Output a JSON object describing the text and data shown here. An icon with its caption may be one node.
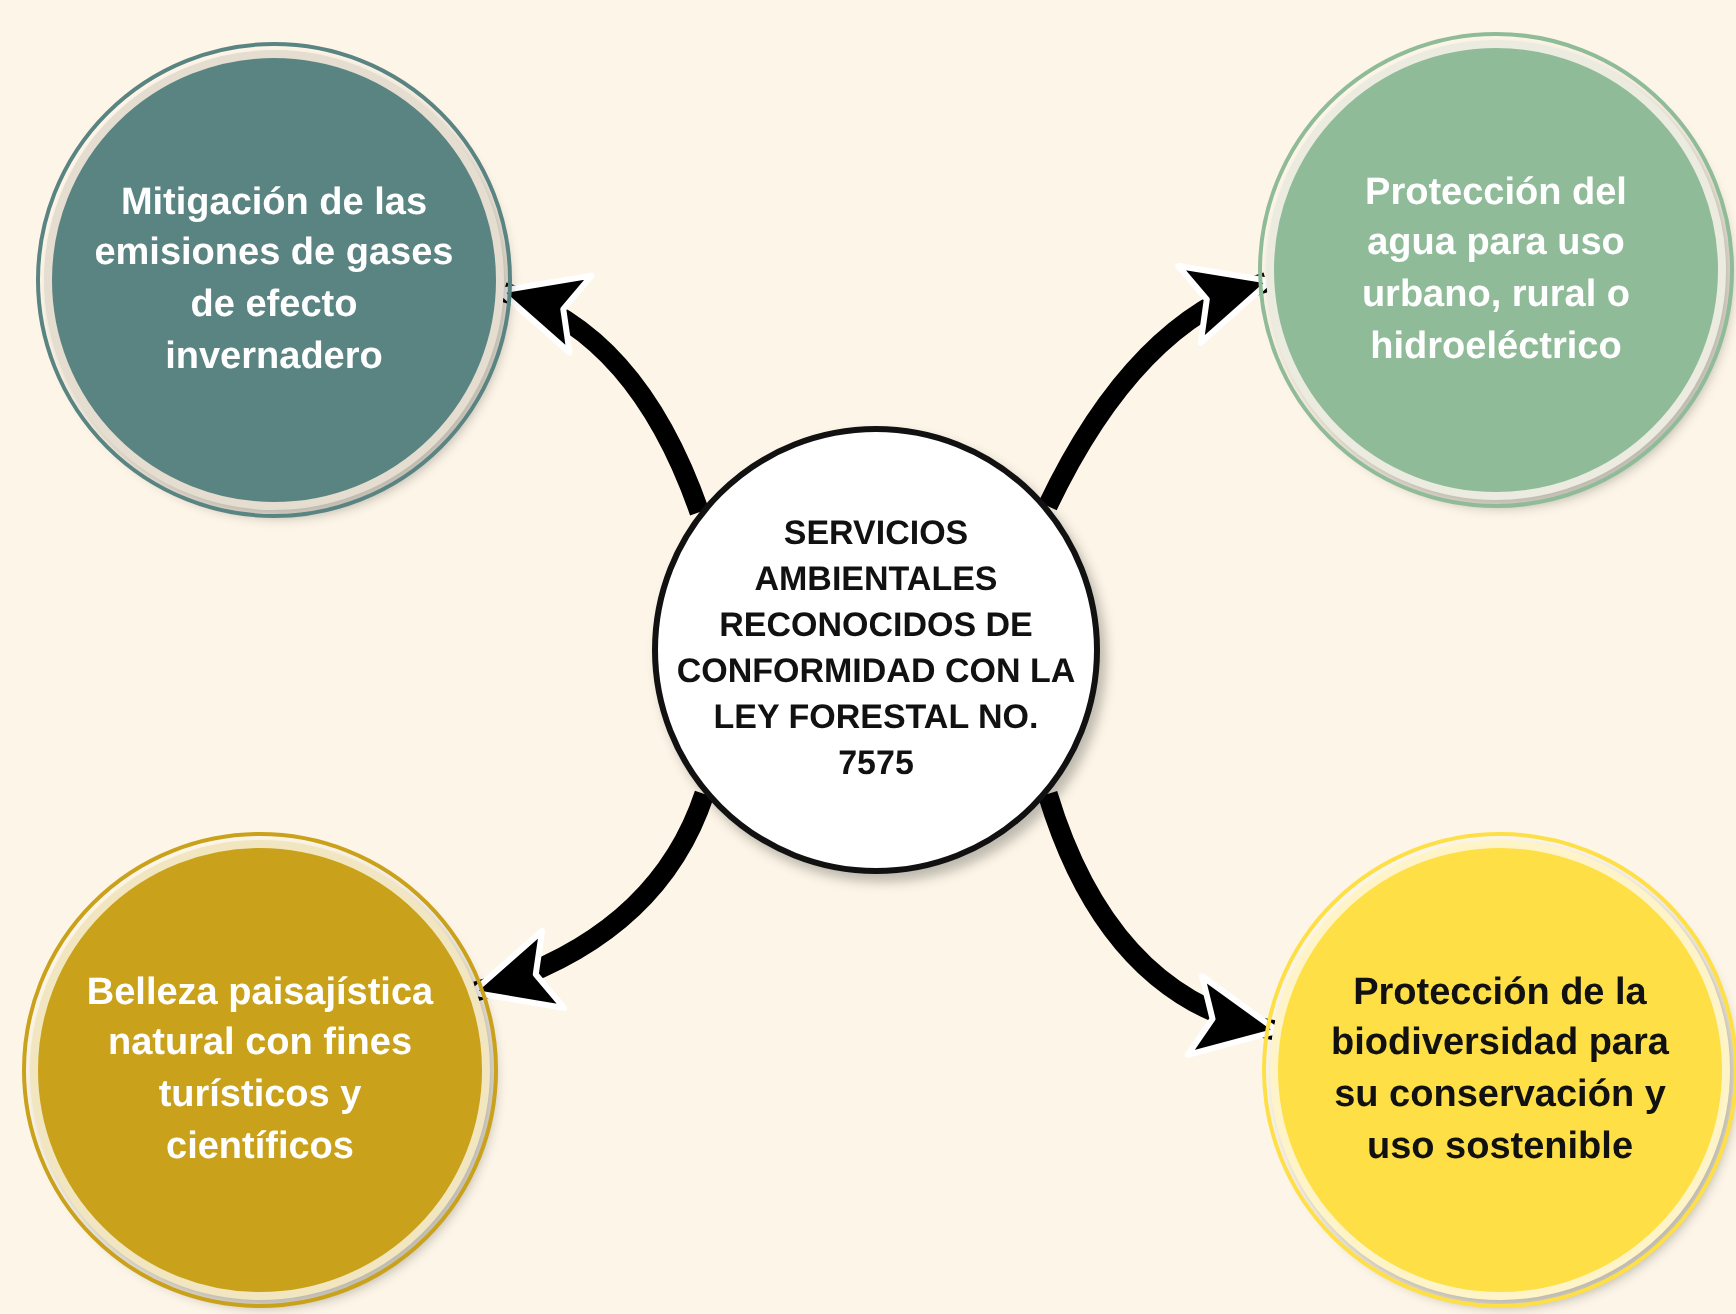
{
  "diagram": {
    "nodes": [
      {
        "text": [
          "Mitigación de las emisiones de gases de efecto invernadero"
        ]
      },
      {
        "text": [
          "Protección del agua para uso urbano, rural o hidroeléctrico"
        ]
      },
      {
        "text": [
          "SERVICIOS AMBIENTALES RECONOCIDOS DE CONFORMIDAD CON LA LEY FORESTAL NO. 7575"
        ]
      },
      {
        "text": [
          "Belleza paisajística natural con fines turísticos y científicos"
        ]
      },
      {
        "text": [
          "Protección de la biodiversidad para su conservación y uso sostenible"
        ]
      }
    ],
    "edges": [
      {
        "from": 2,
        "to": 0,
        "arrow": "to"
      },
      {
        "from": 2,
        "to": 1,
        "arrow": "to"
      },
      {
        "from": 2,
        "to": 3,
        "arrow": "to"
      },
      {
        "from": 2,
        "to": 4,
        "arrow": "to"
      }
    ]
  }
}
